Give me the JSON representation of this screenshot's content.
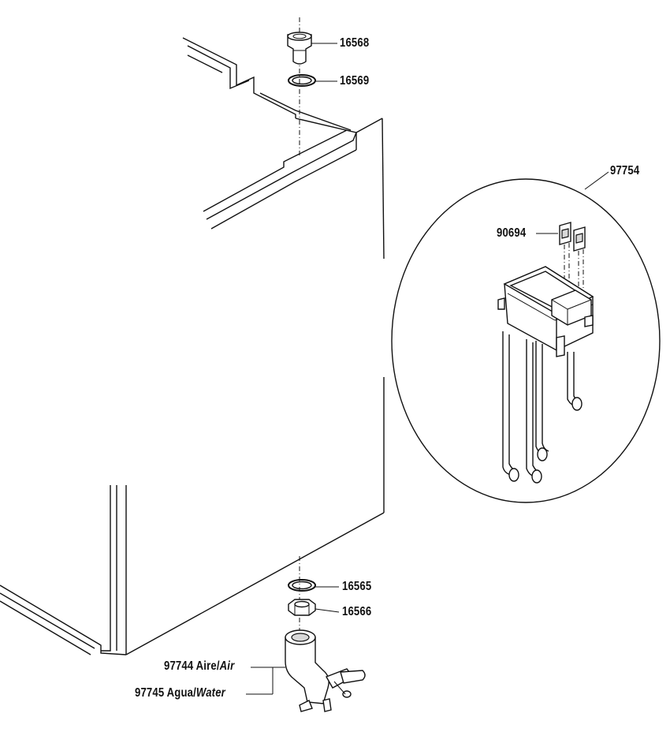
{
  "parts": {
    "cap": "16568",
    "upper_gasket": "16569",
    "detail": "97754",
    "switch": "90694",
    "lower_gasket": "16565",
    "nut": "16566"
  },
  "valve": {
    "air": {
      "number": "97744",
      "es": "Aire/",
      "en": "Air"
    },
    "water": {
      "number": "97745",
      "es": "Agua/",
      "en": "Water"
    }
  },
  "icons": [
    "cabinet-outline",
    "fitting-cap",
    "gasket-ring",
    "hex-nut",
    "valve-body",
    "control-box",
    "hose"
  ]
}
